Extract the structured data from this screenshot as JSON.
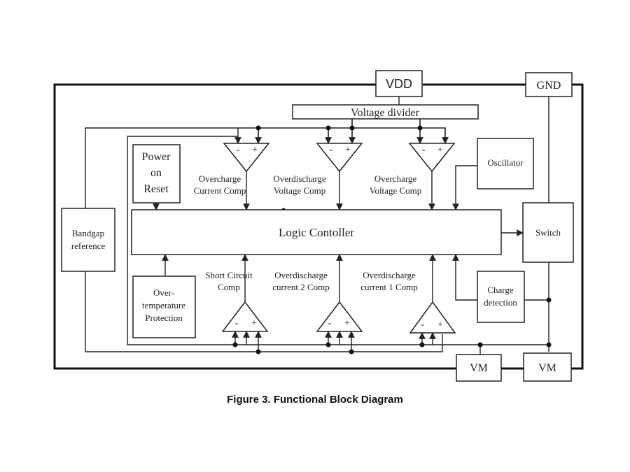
{
  "caption": "Figure 3. Functional Block Diagram",
  "blocks": {
    "vdd": "VDD",
    "gnd": "GND",
    "voltage_divider": "Voltage divider",
    "power_on_reset": [
      "Power",
      "on",
      "Reset"
    ],
    "oscillator": "Oscillator",
    "bandgap": [
      "Bandgap",
      "reference"
    ],
    "logic_controller": "Logic Contoller",
    "switch": "Switch",
    "over_temperature": [
      "Over-",
      "temperature",
      "Protection"
    ],
    "charge_detection": [
      "Charge",
      "detection"
    ],
    "vm_left": "VM",
    "vm_right": "VM"
  },
  "comparators": {
    "top": [
      [
        "Overcharge",
        "Current Comp"
      ],
      [
        "Overdischarge",
        "Voltage Comp"
      ],
      [
        "Overcharge",
        "Voltage Comp"
      ]
    ],
    "bottom": [
      [
        "Short Circuit",
        "Comp"
      ],
      [
        "Overdischarge",
        "current 2 Comp"
      ],
      [
        "Overdischarge",
        "current 1 Comp"
      ]
    ],
    "minus": "-",
    "plus": "+"
  }
}
